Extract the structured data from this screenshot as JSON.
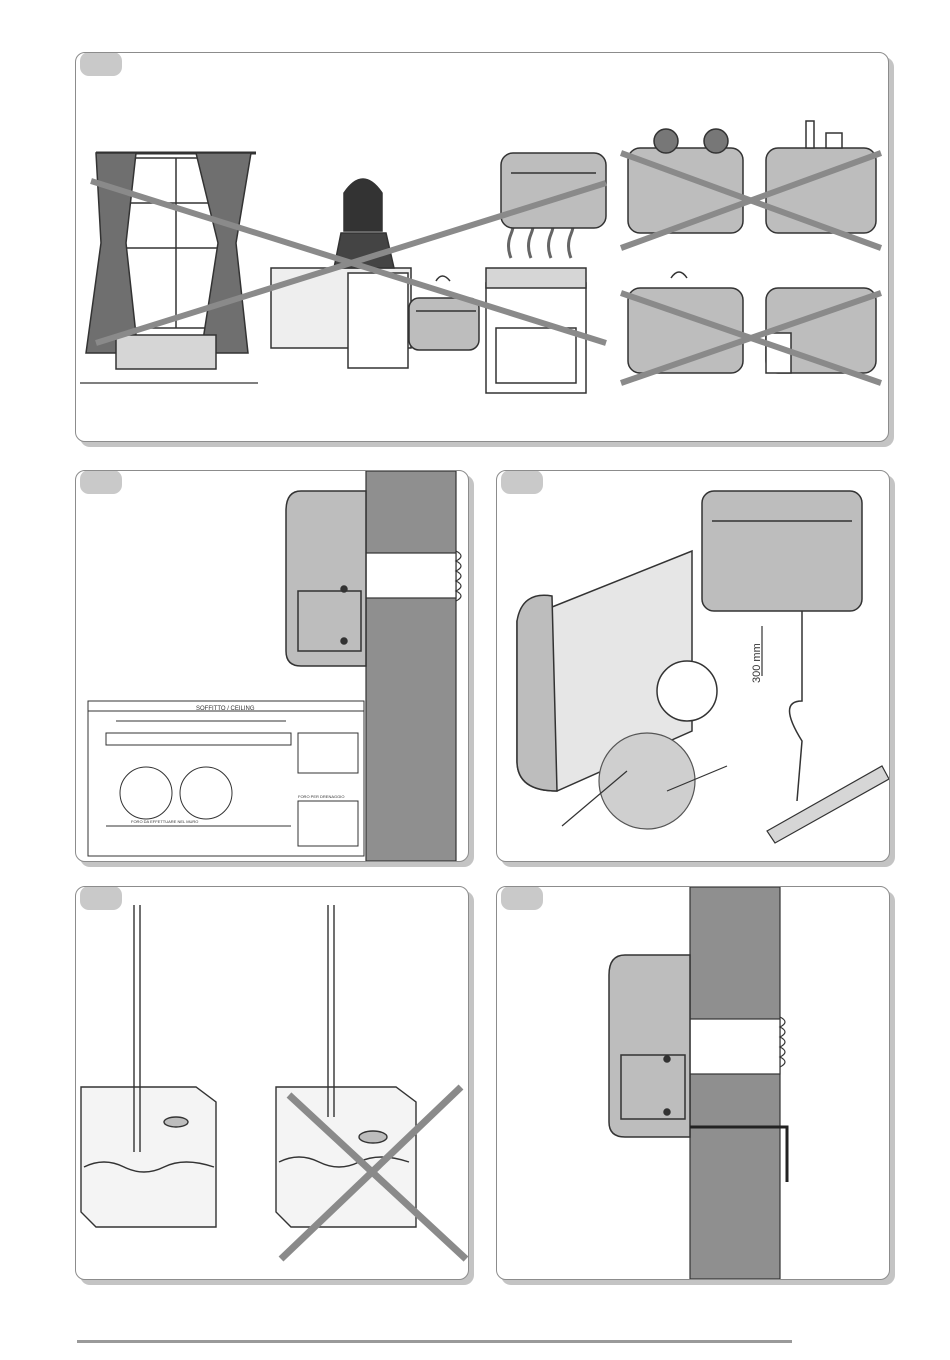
{
  "panels": [
    {
      "id": "fig-1"
    },
    {
      "id": "fig-2"
    },
    {
      "id": "fig-3",
      "dimension_label": "300 mm"
    },
    {
      "id": "fig-4"
    },
    {
      "id": "fig-5"
    }
  ],
  "drawing": {
    "ceiling_label": "SOFFITTO / CEILING",
    "note_left": "FORO DA EFFETTUARE NEL MURO",
    "note_right": "FORO PER DRENAGGIO"
  },
  "colors": {
    "panel_border": "#8c8c8c",
    "tab": "#c9c9c9",
    "wall": "#8f8f8f",
    "unit": "#bdbdbd",
    "cross": "#8a8a8a"
  }
}
